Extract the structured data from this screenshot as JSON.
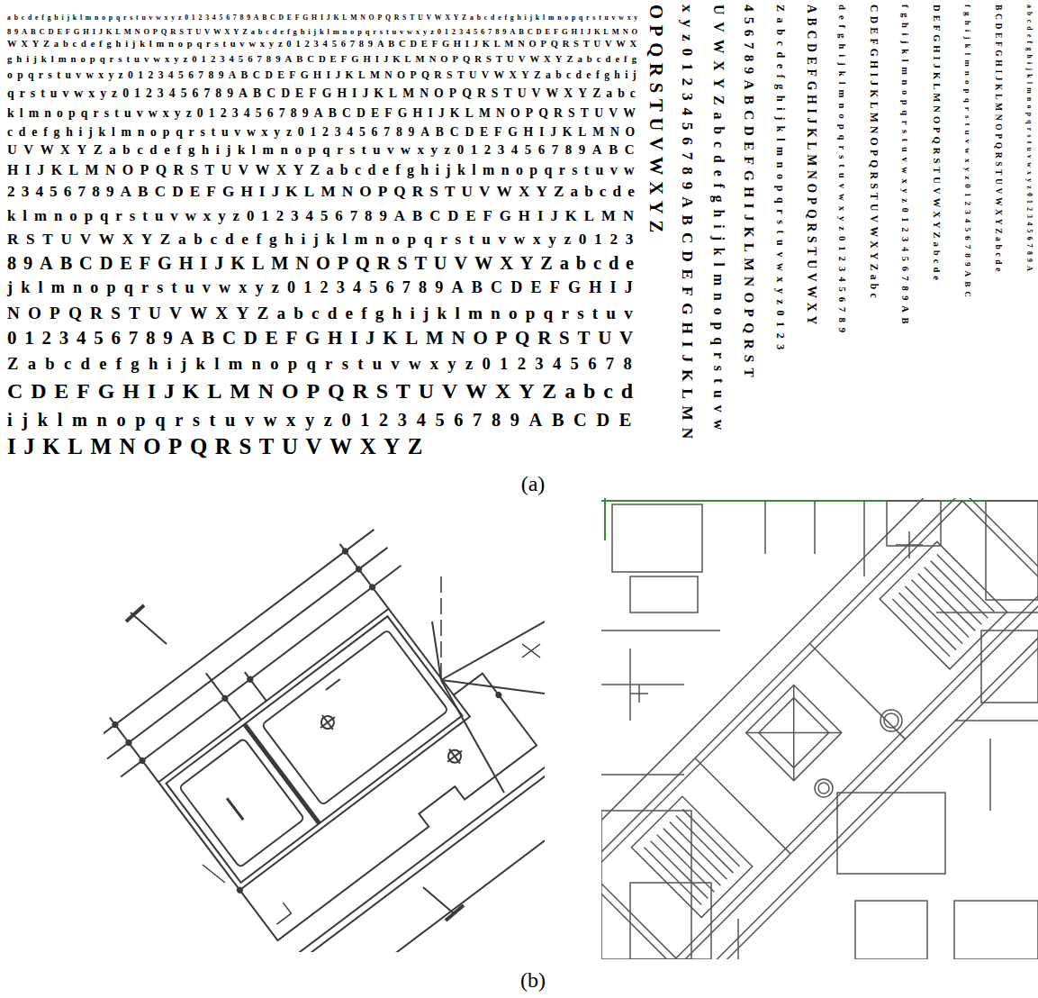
{
  "diagram": {
    "labels": [
      "abcdefghijklmnopqrstuvwxyz0123456789ABCDEFGHIJKLMNOPQRSTUVWXYZabcdefghijklmnopqrstuvwxy",
      "89ABCDEFGHIJKLMNOPQRSTUVWXYZabcdefghijklmnopqrstuvwxyz0123456789ABCDEFGHIJKLMNO",
      "WXYZabcdefghijklmnopqrstuvwxyz0123456789ABCDEFGHIJKLMNOPQRSTUVWX",
      "ghijklmnopqrstuvwxyz0123456789ABCDEFGHIJKLMNOPQRSTUVWXYZabcdefg",
      "opqrstuvwxyz0123456789ABCDEFGHIJKLMNOPQRSTUVWXYZabcdefghij",
      "qrstuvwxyz0123456789ABCDEFGHIJKLMNOPQRSTUVWXYZabc",
      "klmnopqrstuvwxyz0123456789ABCDEFGHIJKLMNOPQRSTUVW",
      "cdefghijklmnopqrstuvwxyz0123456789ABCDEFGHIJKLMNO",
      "UVWXYZabcdefghijklmnopqrstuvwxyz0123456789ABC",
      "HIJKLMNOPQRSTUVWXYZabcdefghijklmnopqrstuvw",
      "23456789ABCDEFGHIJKLMNOPQRSTUVWXYZabcde",
      "klmnopqrstuvwxyz0123456789ABCDEFGHIJKLMN",
      "RSTUVWXYZabcdefghijklmnopqrstuvwxyz0123",
      "89ABCDEFGHIJKLMNOPQRSTUVWXYZabcde",
      "jklmnopqrstuvwxyz0123456789ABCDEFGHIJ",
      "NOPQRSTUVWXYZabcdefghijklmnopqrstuv",
      "0123456789ABCDEFGHIJKLMNOPQRSTUV",
      "Zabcdefghijklmnopqrstuvwxyz012345678",
      "CDEFGHIJKLMNOPQRSTUVWXYZabcd",
      "ijklmnopqrstuvwxyz0123456789ABCDE",
      "IJKLMNOPQRSTUVWXYZ",
      "abcdefghijklmnopqrstuvwxyz0123456789A",
      "BCDEFGHIJKLMNOPQRSTUVWXYZabcde",
      "fghijklmnopqrstuvwxyz0123456789ABC",
      "DEFGHIJKLMNOPQRSTUVWXYZabcde",
      "fghijklmnopqrstuvwxyz0123456789AB",
      "CDEFGHIJKLMNOPQRSTUVWXYZabc",
      "defghijklmnopqrstuvwxyz0123456789",
      "ABCDEFGHIJKLMNOPQRSTUVWXY",
      "Zabcdefghijklmnopqrstuvwxyz0123",
      "456789ABCDEFGHIJKLMNOPQRST",
      "UVWXYZabcdefghijklmnopqrstuvw",
      "xyz0123456789ABCDEFGHIJKLMN",
      "OPQRSTUVWXYZ",
      "(a)",
      "(b)"
    ]
  }
}
